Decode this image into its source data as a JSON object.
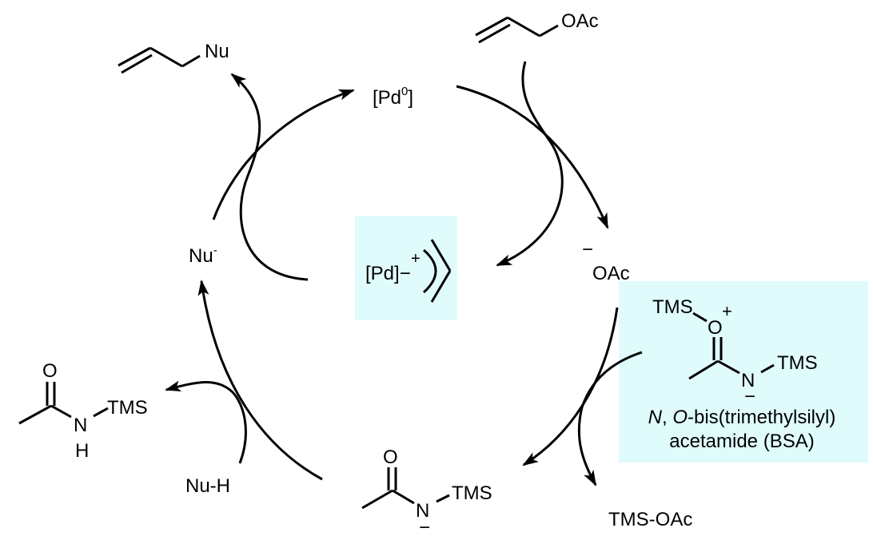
{
  "diagram": {
    "title": "Pd-catalyzed allylic substitution cycle with BSA",
    "highlight_color": "#e0fbfc",
    "nodes": {
      "pd0": {
        "label": "[Pd",
        "superscript": "0",
        "close": "]"
      },
      "pi_allyl": {
        "charge": "+",
        "label": "[Pd]−"
      },
      "allyl_acetate": {
        "group": "OAc"
      },
      "allyl_nu": {
        "group": "Nu"
      },
      "acetate": {
        "charge": "−",
        "label": "OAc"
      },
      "nu_anion": {
        "label": "Nu",
        "charge": "-"
      },
      "nu_h": {
        "label": "Nu-H"
      },
      "tms_oac": {
        "label": "TMS-OAc"
      },
      "bsa": {
        "o_label": "O",
        "o_charge": "+",
        "o_tms": "TMS",
        "n_label": "N",
        "n_tms": "TMS",
        "n_charge": "−",
        "name_italic_n": "N",
        "name_sep": ", ",
        "name_italic_o": "O",
        "name_rest": "-bis(trimethylsilyl)",
        "name_line2": "acetamide (BSA)"
      },
      "amide_anion": {
        "o_label": "O",
        "n_label": "N",
        "n_tms": "TMS",
        "n_charge": "−"
      },
      "amide_nh": {
        "o_label": "O",
        "n_label": "N",
        "n_tms": "TMS",
        "h_label": "H"
      }
    }
  }
}
